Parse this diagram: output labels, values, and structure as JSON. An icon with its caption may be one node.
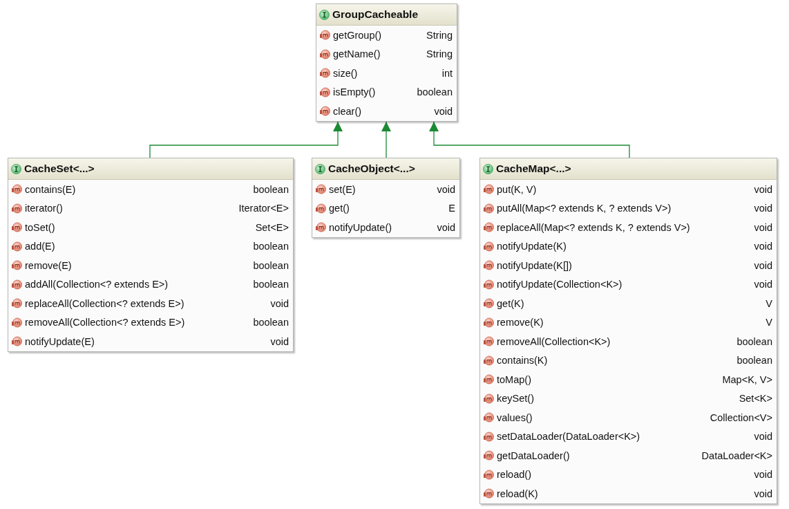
{
  "diagram": {
    "nodes": [
      {
        "text": [
          "GroupCacheable",
          "getGroup()",
          "String",
          "getName()",
          "String",
          "size()",
          "int",
          "isEmpty()",
          "boolean",
          "clear()",
          "void"
        ]
      },
      {
        "text": [
          "CacheSet<...>",
          "contains(E)",
          "boolean",
          "iterator()",
          "Iterator<E>",
          "toSet()",
          "Set<E>",
          "add(E)",
          "boolean",
          "remove(E)",
          "boolean",
          "addAll(Collection<? extends E>)",
          "boolean",
          "replaceAll(Collection<? extends E>)",
          "void",
          "removeAll(Collection<? extends E>)",
          "boolean",
          "notifyUpdate(E)",
          "void"
        ]
      },
      {
        "text": [
          "CacheObject<...>",
          "set(E)",
          "void",
          "get()",
          "E",
          "notifyUpdate()",
          "void"
        ]
      },
      {
        "text": [
          "CacheMap<...>",
          "put(K, V)",
          "void",
          "putAll(Map<? extends K, ? extends V>)",
          "void",
          "replaceAll(Map<? extends K, ? extends V>)",
          "void",
          "notifyUpdate(K)",
          "void",
          "notifyUpdate(K[])",
          "void",
          "notifyUpdate(Collection<K>)",
          "void",
          "get(K)",
          "V",
          "remove(K)",
          "V",
          "removeAll(Collection<K>)",
          "boolean",
          "contains(K)",
          "boolean",
          "toMap()",
          "Map<K, V>",
          "keySet()",
          "Set<K>",
          "values()",
          "Collection<V>",
          "setDataLoader(DataLoader<K>)",
          "void",
          "getDataLoader()",
          "DataLoader<K>",
          "reload()",
          "void",
          "reload(K)",
          "void"
        ]
      }
    ],
    "edges": [
      {
        "from": 1,
        "to": 0,
        "arrow": "to"
      },
      {
        "from": 2,
        "to": 0,
        "arrow": "to"
      },
      {
        "from": 3,
        "to": 0,
        "arrow": "to"
      }
    ]
  }
}
